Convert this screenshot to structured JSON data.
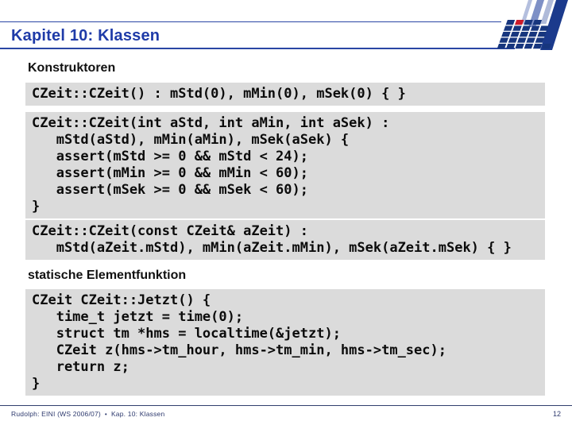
{
  "title": "Kapitel 10: Klassen",
  "sections": [
    {
      "heading": "Konstruktoren"
    },
    {
      "heading": "statische Elementfunktion"
    }
  ],
  "code_blocks": [
    {
      "lines": [
        "CZeit::CZeit() : mStd(0), mMin(0), mSek(0) { }"
      ]
    },
    {
      "lines": [
        "CZeit::CZeit(int aStd, int aMin, int aSek) :",
        "   mStd(aStd), mMin(aMin), mSek(aSek) {",
        "   assert(mStd >= 0 && mStd < 24);",
        "   assert(mMin >= 0 && mMin < 60);",
        "   assert(mSek >= 0 && mSek < 60);",
        "}"
      ]
    },
    {
      "lines": [
        "CZeit::CZeit(const CZeit& aZeit) :",
        "   mStd(aZeit.mStd), mMin(aZeit.mMin), mSek(aZeit.mSek) { }"
      ]
    },
    {
      "lines": [
        "CZeit CZeit::Jetzt() {",
        "   time_t jetzt = time(0);",
        "   struct tm *hms = localtime(&jetzt);",
        "   CZeit z(hms->tm_hour, hms->tm_min, hms->tm_sec);",
        "   return z;",
        "}"
      ]
    }
  ],
  "footer": {
    "course": "Rudolph: EINI (WS 2006/07)",
    "bullet": "•",
    "chapter": "Kap. 10: Klassen",
    "page": "12"
  },
  "logo": {
    "name": "informatik-dortmund-checkmark-logo"
  },
  "colors": {
    "title_blue": "#1F3BA8",
    "rule_blue": "#2A46A4",
    "heading_black": "#111111",
    "code_bg": "#DBDBDB",
    "code_text": "#0B0B0B",
    "footer_navy": "#2E3A6E",
    "logo_tile_navy": "#17367E",
    "logo_tile_red": "#CC1B2A",
    "logo_stripe_light": "#B4BFDE",
    "logo_stripe_medium": "#7E90C6",
    "logo_stripe_dark": "#1B3A8C"
  }
}
